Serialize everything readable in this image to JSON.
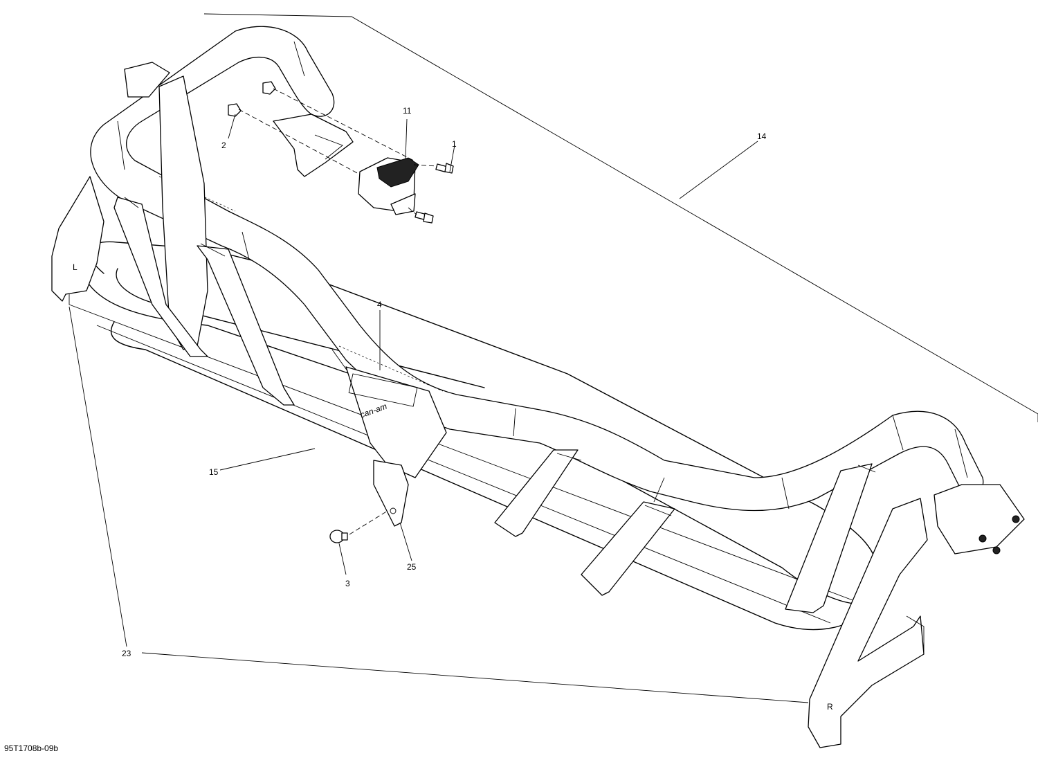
{
  "drawing_id": "95T1708b-09b",
  "callouts": [
    {
      "id": "c1",
      "label": "1"
    },
    {
      "id": "c2",
      "label": "2"
    },
    {
      "id": "c3",
      "label": "3"
    },
    {
      "id": "c4",
      "label": "4"
    },
    {
      "id": "c11",
      "label": "11"
    },
    {
      "id": "c14",
      "label": "14"
    },
    {
      "id": "c15",
      "label": "15"
    },
    {
      "id": "c23",
      "label": "23"
    },
    {
      "id": "c25",
      "label": "25"
    }
  ],
  "panel_logo_text": "can-am",
  "bracket_marks": {
    "left": "L",
    "right": "R"
  }
}
